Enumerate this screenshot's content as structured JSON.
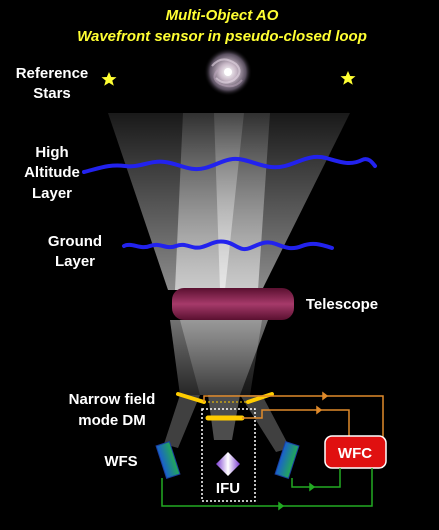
{
  "title": {
    "line1": "Multi-Object AO",
    "line2": "Wavefront sensor in pseudo-closed loop"
  },
  "labels": {
    "reference_stars_1": "Reference",
    "reference_stars_2": "Stars",
    "high_altitude_1": "High",
    "high_altitude_2": "Altitude",
    "high_altitude_3": "Layer",
    "ground_1": "Ground",
    "ground_2": "Layer",
    "telescope": "Telescope",
    "dm_1": "Narrow field",
    "dm_2": "mode DM",
    "wfs": "WFS",
    "ifu": "IFU",
    "wfc": "WFC"
  },
  "icons": [
    "star-icon",
    "galaxy-icon",
    "wfs-detector-icon",
    "ifu-prism-icon"
  ],
  "colors": {
    "title": "#ffff33",
    "label": "#ffffff",
    "star": "#ffff33",
    "turbulence": "#2222ee",
    "telescope": "#7a1a45",
    "dm": "#ffcc00",
    "loop": "#e08a2a",
    "wfs_line": "#22aa22",
    "wfc": "#e01010"
  }
}
